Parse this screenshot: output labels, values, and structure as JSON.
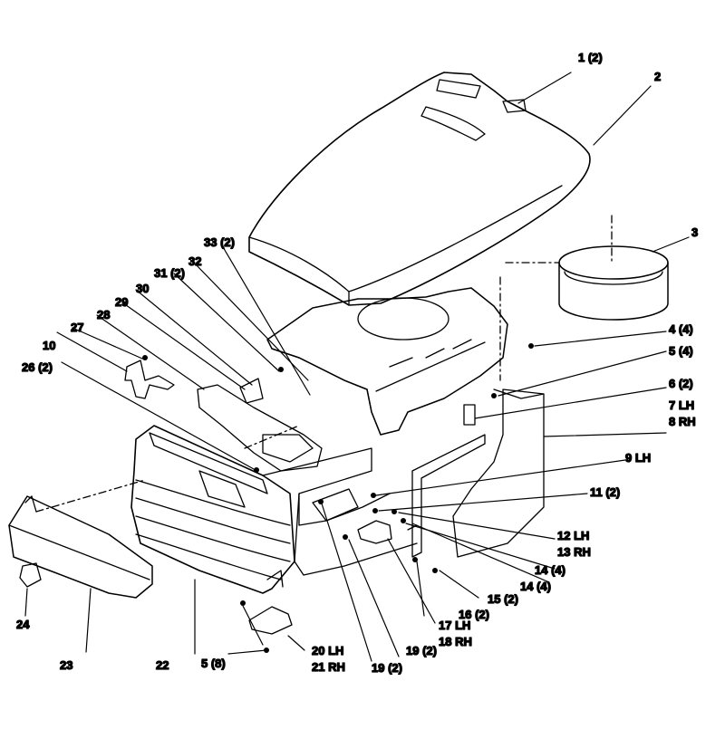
{
  "diagram": {
    "callouts": [
      {
        "id": "c1",
        "label": "1 (2)"
      },
      {
        "id": "c2",
        "label": "2"
      },
      {
        "id": "c3",
        "label": "3"
      },
      {
        "id": "c4",
        "label": "4 (4)"
      },
      {
        "id": "c5a",
        "label": "5 (4)"
      },
      {
        "id": "c6",
        "label": "6 (2)"
      },
      {
        "id": "c7",
        "label": "7 LH"
      },
      {
        "id": "c8",
        "label": "8 RH"
      },
      {
        "id": "c9",
        "label": "9 LH"
      },
      {
        "id": "c10",
        "label": "10"
      },
      {
        "id": "c11",
        "label": "11 (2)"
      },
      {
        "id": "c12",
        "label": "12 LH"
      },
      {
        "id": "c13",
        "label": "13 RH"
      },
      {
        "id": "c14a",
        "label": "14 (4)"
      },
      {
        "id": "c14b",
        "label": "14 (4)"
      },
      {
        "id": "c15",
        "label": "15 (2)"
      },
      {
        "id": "c16",
        "label": "16 (2)"
      },
      {
        "id": "c17",
        "label": "17 LH"
      },
      {
        "id": "c18",
        "label": "18 RH"
      },
      {
        "id": "c19a",
        "label": "19 (2)"
      },
      {
        "id": "c19b",
        "label": "19 (2)"
      },
      {
        "id": "c20",
        "label": "20 LH"
      },
      {
        "id": "c21",
        "label": "21 RH"
      },
      {
        "id": "c22",
        "label": "22"
      },
      {
        "id": "c23",
        "label": "23"
      },
      {
        "id": "c24",
        "label": "24"
      },
      {
        "id": "c5b",
        "label": "5 (8)"
      },
      {
        "id": "c26",
        "label": "26 (2)"
      },
      {
        "id": "c27",
        "label": "27"
      },
      {
        "id": "c28",
        "label": "28"
      },
      {
        "id": "c29",
        "label": "29"
      },
      {
        "id": "c30",
        "label": "30"
      },
      {
        "id": "c31",
        "label": "31 (2)"
      },
      {
        "id": "c32",
        "label": "32"
      },
      {
        "id": "c33",
        "label": "33 (2)"
      }
    ]
  }
}
